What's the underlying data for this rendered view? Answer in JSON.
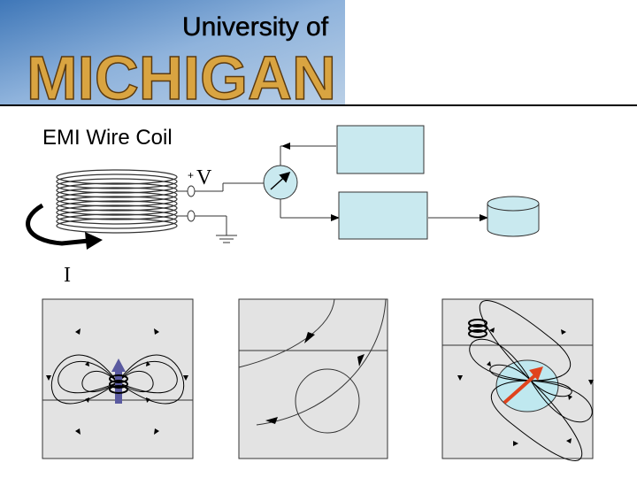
{
  "banner": {
    "line1": "University of",
    "line2": "MICHIGAN",
    "colors": {
      "sky": "#7fa7d6",
      "text": "#d9a441"
    }
  },
  "slide": {
    "title": "EMI Wire Coil",
    "voltage_label": "V",
    "current_label": "I"
  },
  "colors": {
    "box_fill": "#c9e9ef",
    "panel_fill": "#e3e3e3",
    "coil_arrow_blue": "#5a5aa0",
    "red_arrow": "#e0441e",
    "cyan_ellipse": "#bfe8ef"
  }
}
